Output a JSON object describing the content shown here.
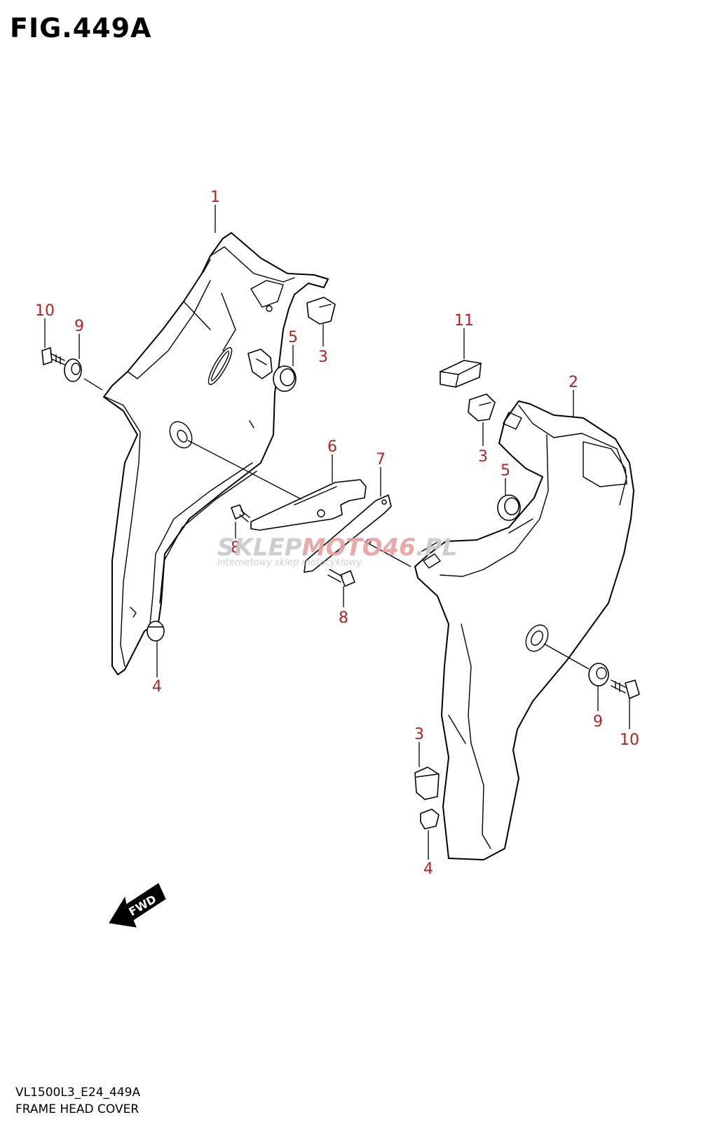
{
  "figure": {
    "title": "FIG.449A",
    "model_code": "VL1500L3_E24_449A",
    "name": "FRAME HEAD COVER"
  },
  "callouts": {
    "c1": "1",
    "c2": "2",
    "c3a": "3",
    "c3b": "3",
    "c3c": "3",
    "c4a": "4",
    "c4b": "4",
    "c5a": "5",
    "c5b": "5",
    "c6": "6",
    "c7": "7",
    "c8a": "8",
    "c8b": "8",
    "c9a": "9",
    "c9b": "9",
    "c10a": "10",
    "c10b": "10",
    "c11": "11"
  },
  "fwd_label": "FWD",
  "watermark": {
    "part1": "SKLEP",
    "part2": "MOTO",
    "part3": "46",
    "part4": ".PL",
    "subtitle": "internetowy sklep motocyklowy"
  },
  "colors": {
    "callout": "#b22222",
    "line": "#000000",
    "watermark_gray": "#c9c9c9",
    "watermark_red": "#e8a0a0"
  }
}
